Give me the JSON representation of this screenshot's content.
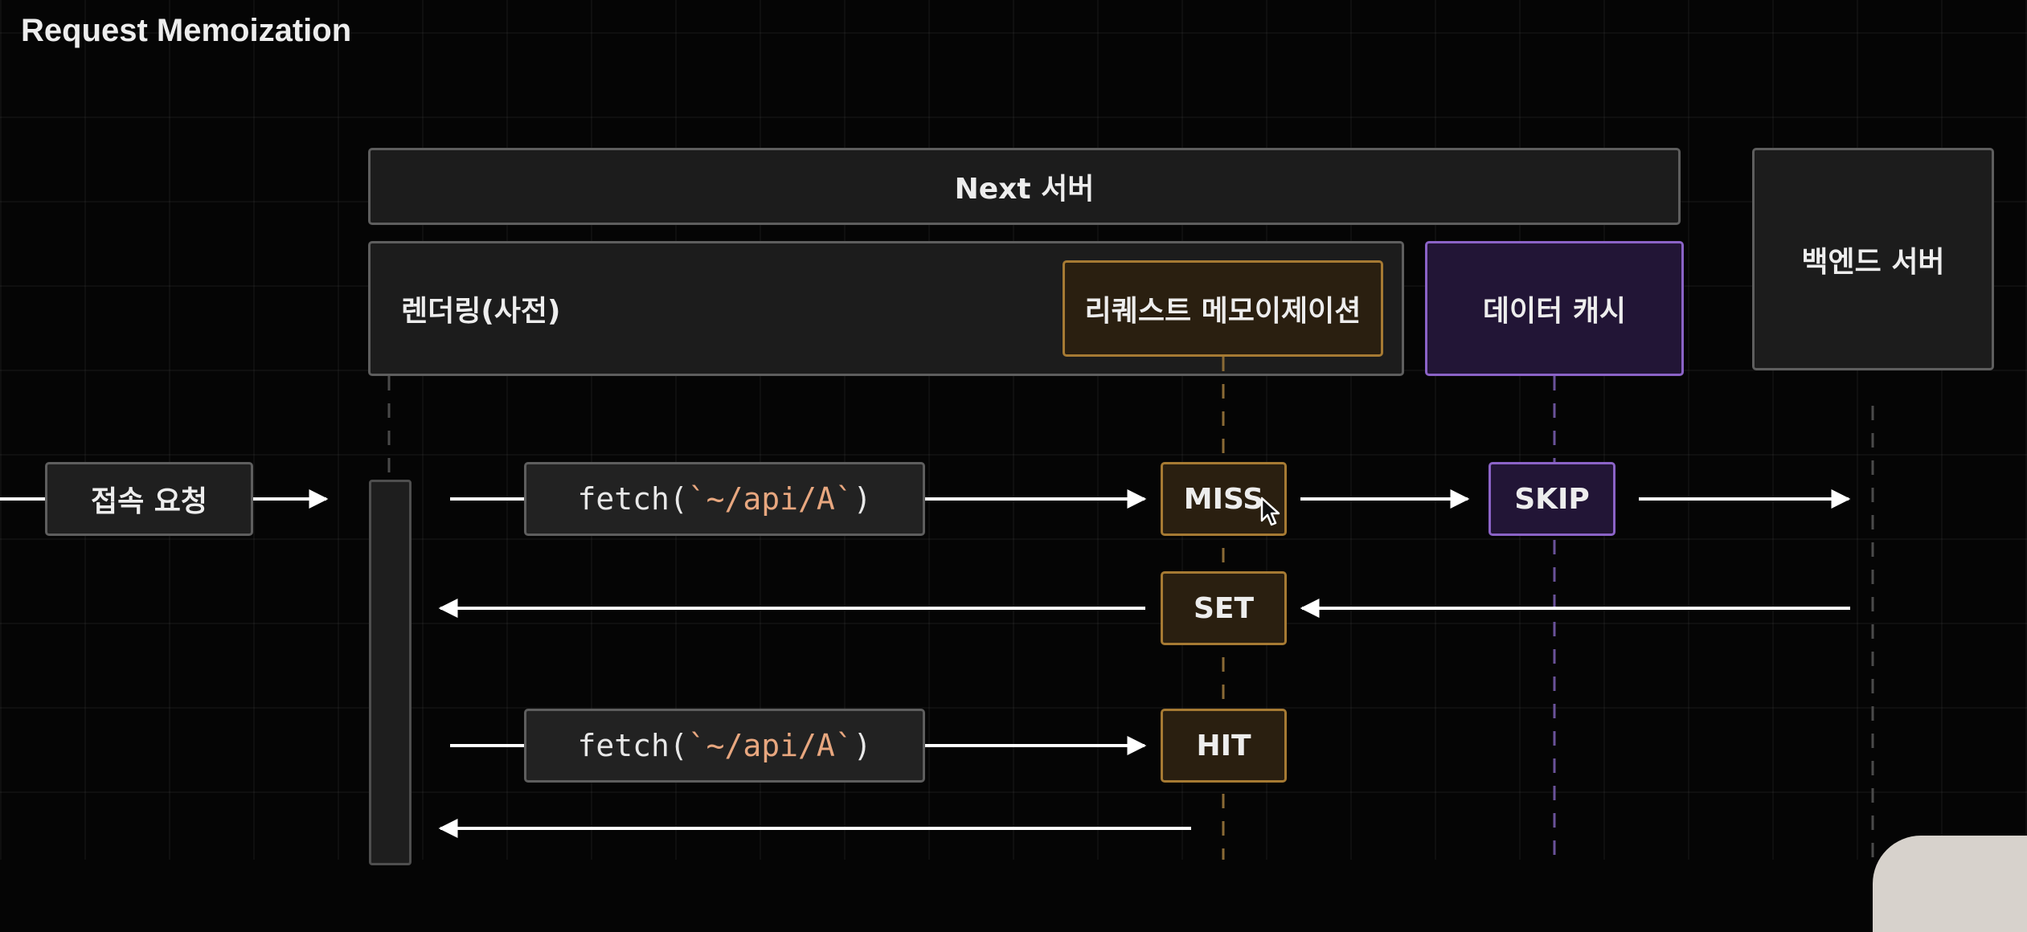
{
  "title": "Request Memoization",
  "lanes": {
    "next_server": "Next 서버",
    "rendering": "렌더링(사전)",
    "request_memoization": "리퀘스트 메모이제이션",
    "data_cache": "데이터 캐시",
    "backend_server": "백엔드 서버"
  },
  "steps": {
    "access_request": "접속 요청",
    "fetch_1": {
      "prefix": "fetch(",
      "arg": "`~/api/A`",
      "suffix": ")"
    },
    "fetch_2": {
      "prefix": "fetch(",
      "arg": "`~/api/A`",
      "suffix": ")"
    },
    "miss": "MISS",
    "skip": "SKIP",
    "set": "SET",
    "hit": "HIT"
  },
  "colors": {
    "background": "#050505",
    "box_border_grey": "#5e5e5e",
    "memo_border_orange": "#a67a33",
    "cache_border_purple": "#8b63c7",
    "code_string": "#e8a77f",
    "arrow": "#ffffff"
  }
}
